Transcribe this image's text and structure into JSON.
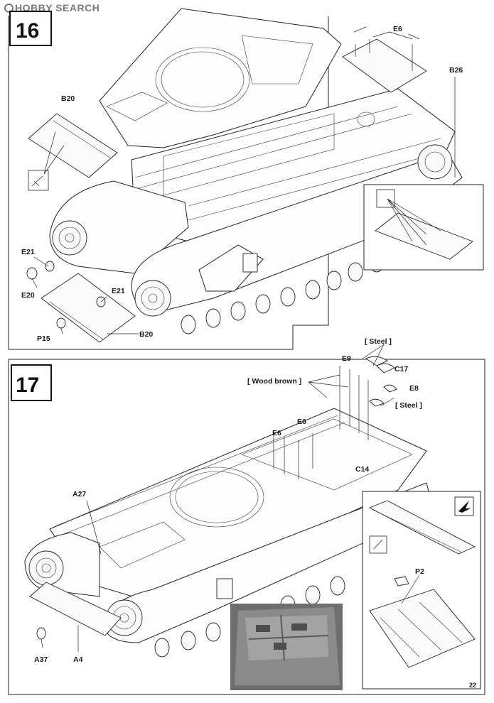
{
  "watermark": "HOBBY SEARCH",
  "page_number": "22",
  "steps": [
    {
      "number": "16",
      "labels": {
        "b20_top": "B20",
        "e6": "E6",
        "b26": "B26",
        "e21_left": "E21",
        "e20": "E20",
        "e21_right": "E21",
        "p15": "P15",
        "b20_bottom": "B20"
      }
    },
    {
      "number": "17",
      "labels": {
        "steel_top": "[ Steel ]",
        "e9": "E9",
        "c17": "C17",
        "wood_brown": "[ Wood brown ]",
        "e8": "E8",
        "steel_right": "[ Steel ]",
        "e6_a": "E6",
        "e6_b": "E6",
        "c14": "C14",
        "a27": "A27",
        "p2": "P2",
        "a37": "A37",
        "a4": "A4"
      }
    }
  ]
}
